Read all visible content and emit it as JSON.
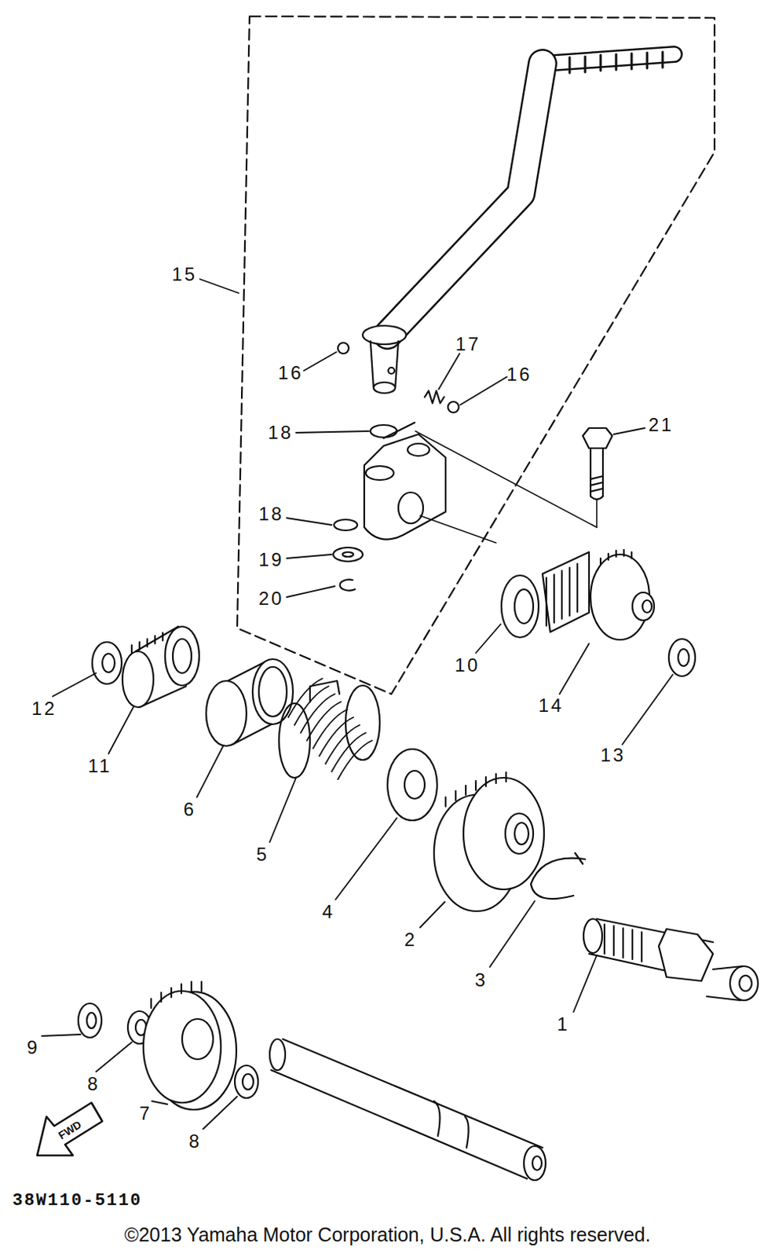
{
  "diagram": {
    "labels": [
      "15",
      "16",
      "17",
      "16",
      "18",
      "21",
      "18",
      "19",
      "20",
      "10",
      "12",
      "14",
      "13",
      "11",
      "6",
      "5",
      "4",
      "2",
      "3",
      "1",
      "9",
      "8",
      "7",
      "8",
      "FWD",
      "38W110-5110",
      "©2013 Yamaha Motor Corporation, U.S.A. All rights reserved."
    ]
  }
}
